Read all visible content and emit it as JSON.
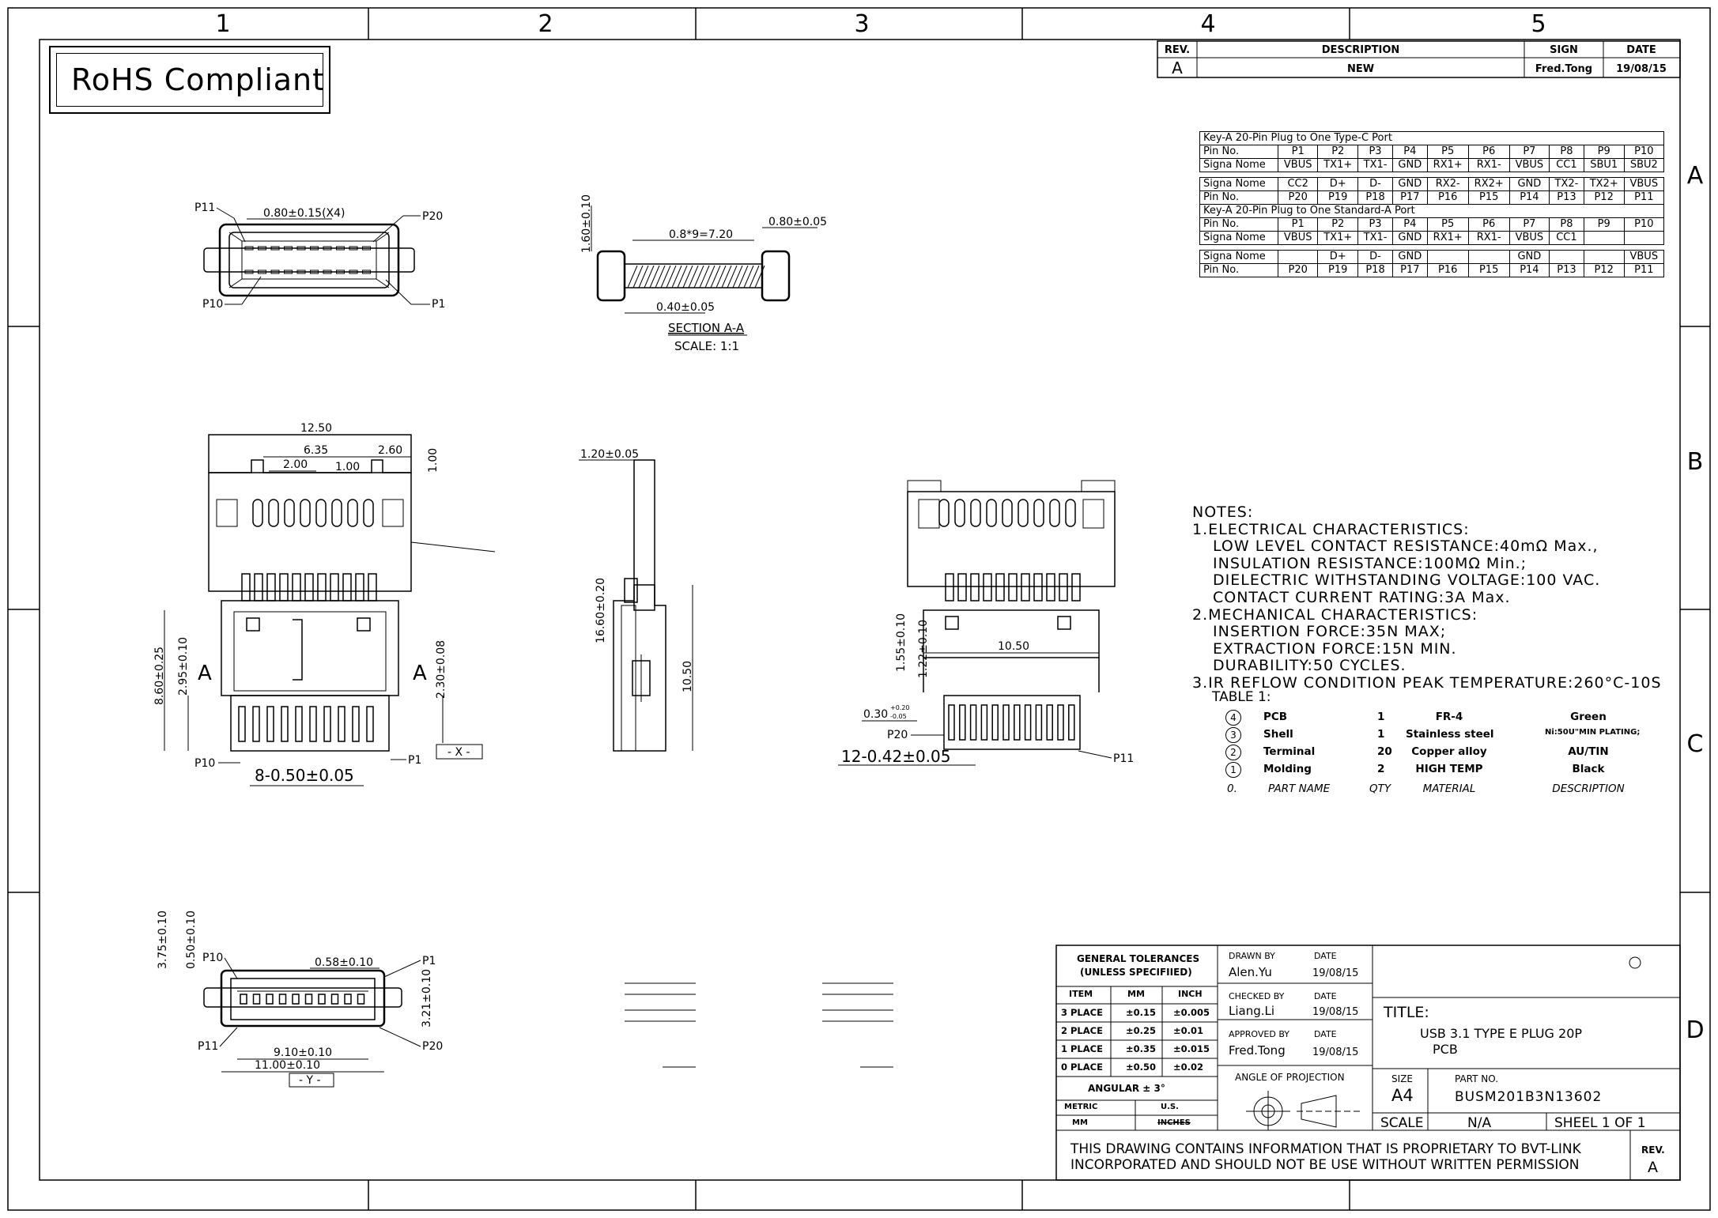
{
  "frame": {
    "columns": [
      "1",
      "2",
      "3",
      "4",
      "5"
    ],
    "rows": [
      "A",
      "B",
      "C",
      "D"
    ]
  },
  "rohs_label": "RoHS  Compliant",
  "revision_block": {
    "headers": [
      "REV.",
      "DESCRIPTION",
      "SIGN",
      "DATE"
    ],
    "row": [
      "A",
      "NEW",
      "Fred.Tong",
      "19/08/15"
    ]
  },
  "pin_tables": {
    "typec": {
      "caption": "Key-A 20-Pin Plug to One Type-C Port",
      "row1_label": "Pin No.",
      "row1": [
        "P1",
        "P2",
        "P3",
        "P4",
        "P5",
        "P6",
        "P7",
        "P8",
        "P9",
        "P10"
      ],
      "row2_label": "Signa Nome",
      "row2": [
        "VBUS",
        "TX1+",
        "TX1-",
        "GND",
        "RX1+",
        "RX1-",
        "VBUS",
        "CC1",
        "SBU1",
        "SBU2"
      ],
      "row3_label": "Signa Nome",
      "row3": [
        "CC2",
        "D+",
        "D-",
        "GND",
        "RX2-",
        "RX2+",
        "GND",
        "TX2-",
        "TX2+",
        "VBUS"
      ],
      "row4_label": "Pin No.",
      "row4": [
        "P20",
        "P19",
        "P18",
        "P17",
        "P16",
        "P15",
        "P14",
        "P13",
        "P12",
        "P11"
      ]
    },
    "stda": {
      "caption": "Key-A 20-Pin Plug to One Standard-A Port",
      "row1_label": "Pin No.",
      "row1": [
        "P1",
        "P2",
        "P3",
        "P4",
        "P5",
        "P6",
        "P7",
        "P8",
        "P9",
        "P10"
      ],
      "row2_label": "Signa Nome",
      "row2": [
        "VBUS",
        "TX1+",
        "TX1-",
        "GND",
        "RX1+",
        "RX1-",
        "VBUS",
        "CC1",
        "",
        ""
      ],
      "row3_label": "Signa Nome",
      "row3": [
        "",
        "D+",
        "D-",
        "GND",
        "",
        "",
        "GND",
        "",
        "",
        "VBUS"
      ],
      "row4_label": "Pin No.",
      "row4": [
        "P20",
        "P19",
        "P18",
        "P17",
        "P16",
        "P15",
        "P14",
        "P13",
        "P12",
        "P11"
      ]
    }
  },
  "notes": [
    {
      "text": "NOTES:",
      "indent": false
    },
    {
      "text": "1.ELECTRICAL CHARACTERISTICS:",
      "indent": false
    },
    {
      "text": "LOW LEVEL CONTACT RESISTANCE:40mΩ Max.,",
      "indent": true
    },
    {
      "text": "INSULATION RESISTANCE:100MΩ Min.;",
      "indent": true
    },
    {
      "text": "DIELECTRIC WITHSTANDING VOLTAGE:100 VAC.",
      "indent": true
    },
    {
      "text": "CONTACT CURRENT RATING:3A Max.",
      "indent": true
    },
    {
      "text": "2.MECHANICAL CHARACTERISTICS:",
      "indent": false
    },
    {
      "text": "INSERTION FORCE:35N MAX;",
      "indent": true
    },
    {
      "text": "EXTRACTION FORCE:15N MIN.",
      "indent": true
    },
    {
      "text": "DURABILITY:50 CYCLES.",
      "indent": true
    },
    {
      "text": "3.IR REFLOW CONDITION PEAK TEMPERATURE:260°C-10S",
      "indent": false
    }
  ],
  "bom": {
    "title": "TABLE 1:",
    "rows": [
      {
        "no": "4",
        "part": "PCB",
        "qty": "1",
        "material": "FR-4",
        "description": "Green"
      },
      {
        "no": "3",
        "part": "Shell",
        "qty": "1",
        "material": "Stainless steel",
        "description": "Ni:50U\"MIN PLATING;"
      },
      {
        "no": "2",
        "part": "Terminal",
        "qty": "20",
        "material": "Copper alloy",
        "description": "AU/TIN"
      },
      {
        "no": "1",
        "part": "Molding",
        "qty": "2",
        "material": "HIGH TEMP",
        "description": "Black"
      }
    ],
    "header": {
      "no": "0.",
      "part": "PART NAME",
      "qty": "QTY",
      "material": "MATERIAL",
      "description": "DESCRIPTION"
    }
  },
  "title_block": {
    "tolerances_title": "GENERAL TOLERANCES",
    "tolerances_sub": "(UNLESS SPECIFIIED)",
    "tol_headers": [
      "ITEM",
      "MM",
      "INCH"
    ],
    "tol_rows": [
      [
        "3 PLACE",
        "±0.15",
        "±0.005"
      ],
      [
        "2 PLACE",
        "±0.25",
        "±0.01"
      ],
      [
        "1 PLACE",
        "±0.35",
        "±0.015"
      ],
      [
        "0 PLACE",
        "±0.50",
        "±0.02"
      ]
    ],
    "angular": "ANGULAR ± 3°",
    "metric": "METRIC",
    "us": "U.S.",
    "mm": "MM",
    "inches": "INCHES",
    "drawn_by_label": "DRAWN BY",
    "drawn_by": "Alen.Yu",
    "checked_by_label": "CHECKED BY",
    "checked_by": "Liang.Li",
    "approved_by_label": "APPROVED BY",
    "approved_by": "Fred.Tong",
    "date_label": "DATE",
    "drawn_date": "19/08/15",
    "checked_date": "19/08/15",
    "approved_date": "19/08/15",
    "projection_label": "ANGLE OF PROJECTION",
    "title_label": "TITLE:",
    "title_line1": "USB 3.1 TYPE E PLUG 20P",
    "title_line2": "PCB",
    "size_label": "SIZE",
    "size": "A4",
    "part_no_label": "PART NO.",
    "part_no": "BUSM201B3N13602",
    "scale_label": "SCALE",
    "scale": "N/A",
    "sheet": "SHEEL 1 OF 1",
    "proprietary_line1": "THIS DRAWING CONTAINS INFORMATION THAT IS PROPRIETARY TO BVT-LINK",
    "proprietary_line2": "INCORPORATED AND SHOULD NOT BE USE WITHOUT WRITTEN PERMISSION",
    "rev_label": "REV.",
    "rev": "A"
  },
  "dims": {
    "top_pitch": "0.80±0.15(X4)",
    "p11": "P11",
    "p20": "P20",
    "p10": "P10",
    "p1": "P1",
    "sec_height": "1.60±0.10",
    "sec_pitch": "0.8*9=7.20",
    "sec_right": "0.80±0.05",
    "sec_bottom": "0.40±0.05",
    "section_label": "SECTION  A-A",
    "section_scale": "SCALE: 1:1",
    "front_width": "12.50",
    "front_635": "6.35",
    "front_260": "2.60",
    "front_200": "2.00",
    "front_100": "1.00",
    "front_100v": "1.00",
    "front_860": "8.60±0.25",
    "front_295": "2.95±0.10",
    "front_230": "2.30±0.08",
    "front_pitch": "8-0.50±0.05",
    "sect_a": "A",
    "datum_x": "- X -",
    "side_120": "1.20±0.05",
    "side_1660": "16.60±0.20",
    "side_1050": "10.50",
    "rear_1050": "10.50",
    "rear_155": "1.55±0.10",
    "rear_122": "1.22±0.10",
    "rear_030": "0.30",
    "rear_tol_up": "+0.20",
    "rear_tol_dn": "-0.05",
    "rear_pitch": "12-0.42±0.05",
    "bottom_375": "3.75±0.10",
    "bottom_050": "0.50±0.10",
    "bottom_058": "0.58±0.10",
    "bottom_321": "3.21±0.10",
    "bottom_910": "9.10±0.10",
    "bottom_1100": "11.00±0.10",
    "datum_y": "- Y -"
  }
}
